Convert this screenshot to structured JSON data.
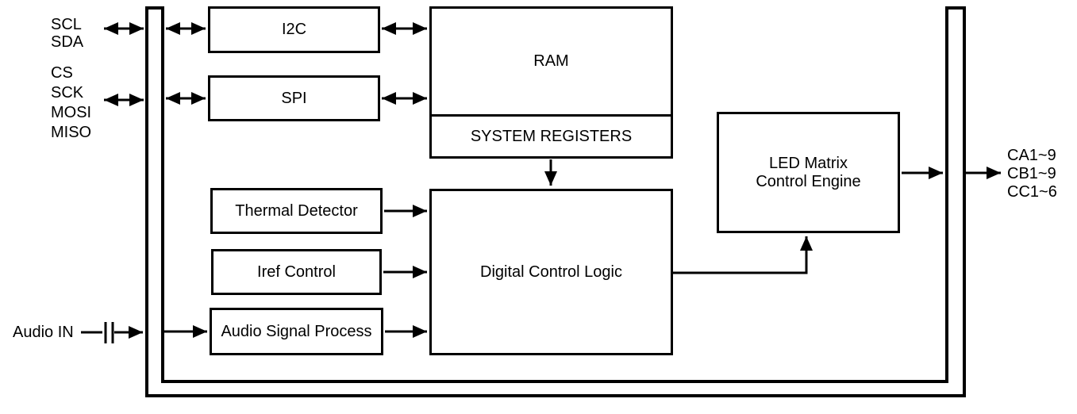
{
  "diagram": {
    "pins": {
      "i2c_pins": [
        "SCL",
        "SDA"
      ],
      "spi_pins": [
        "CS",
        "SCK",
        "MOSI",
        "MISO"
      ],
      "audio_pin": "Audio IN",
      "output_pins": [
        "CA1~9",
        "CB1~9",
        "CC1~6"
      ]
    },
    "blocks": {
      "i2c": "I2C",
      "spi": "SPI",
      "ram": "RAM",
      "system_registers": "SYSTEM REGISTERS",
      "thermal_detector": "Thermal Detector",
      "iref_control": "Iref Control",
      "audio_signal_process": "Audio Signal Process",
      "digital_control_logic": "Digital Control Logic",
      "led_matrix_control_engine": [
        "LED Matrix",
        "Control Engine"
      ]
    },
    "colors": {
      "line": "#000000",
      "background": "#ffffff"
    }
  }
}
